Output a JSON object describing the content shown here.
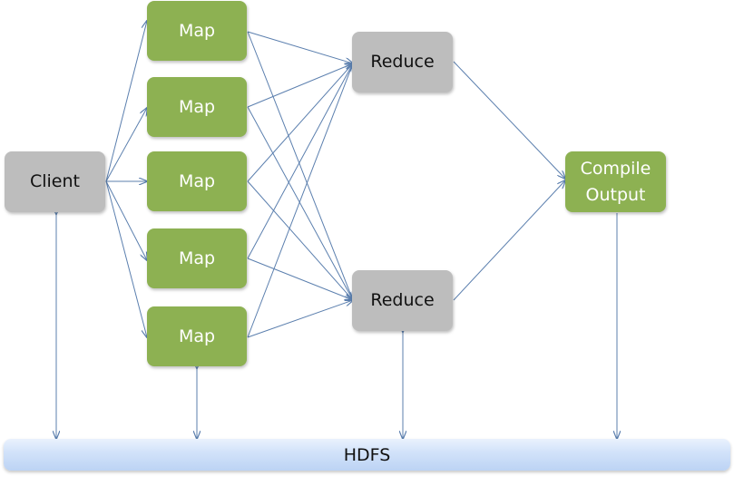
{
  "client": {
    "label": "Client"
  },
  "maps": [
    {
      "label": "Map"
    },
    {
      "label": "Map"
    },
    {
      "label": "Map"
    },
    {
      "label": "Map"
    },
    {
      "label": "Map"
    }
  ],
  "reducers": [
    {
      "label": "Reduce"
    },
    {
      "label": "Reduce"
    }
  ],
  "output": {
    "line1": "Compile",
    "line2": "Output"
  },
  "storage": {
    "label": "HDFS"
  },
  "colors": {
    "map_fill": "#8db152",
    "task_fill": "#bdbdbd",
    "arrow": "#5b7fae",
    "hdfs_top": "#eaf2fd",
    "hdfs_bottom": "#bcd3f4"
  }
}
